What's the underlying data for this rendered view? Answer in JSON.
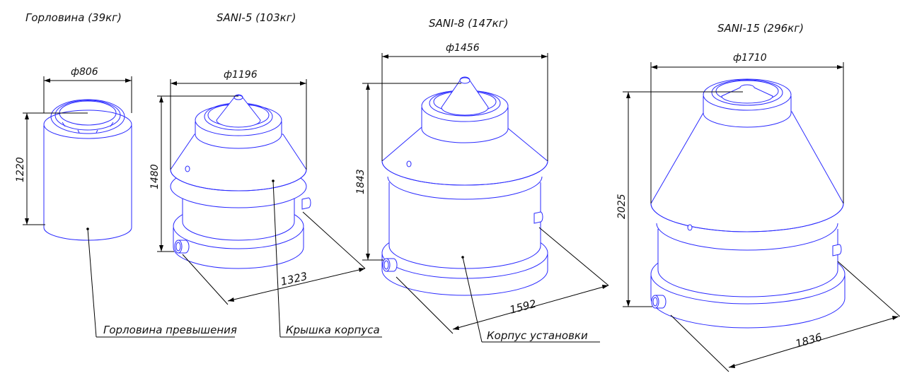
{
  "titles": {
    "neck": "Горловина (39кг)",
    "sani5": "SANI-5 (103кг)",
    "sani8": "SANI-8 (147кг)",
    "sani15": "SANI-15 (296кг)"
  },
  "dimensions": {
    "neck_diameter": "ф806",
    "neck_height": "1220",
    "sani5_diameter": "ф1196",
    "sani5_height": "1480",
    "sani5_width": "1323",
    "sani8_diameter": "ф1456",
    "sani8_height": "1843",
    "sani8_width": "1592",
    "sani15_diameter": "ф1710",
    "sani15_height": "2025",
    "sani15_width": "1836"
  },
  "labels": {
    "neck_extension": "Горловина превышения",
    "housing_cover": "Крышка корпуса",
    "unit_body": "Корпус установки"
  },
  "colors": {
    "outline": "#2a2aff",
    "dimension": "#000000"
  }
}
